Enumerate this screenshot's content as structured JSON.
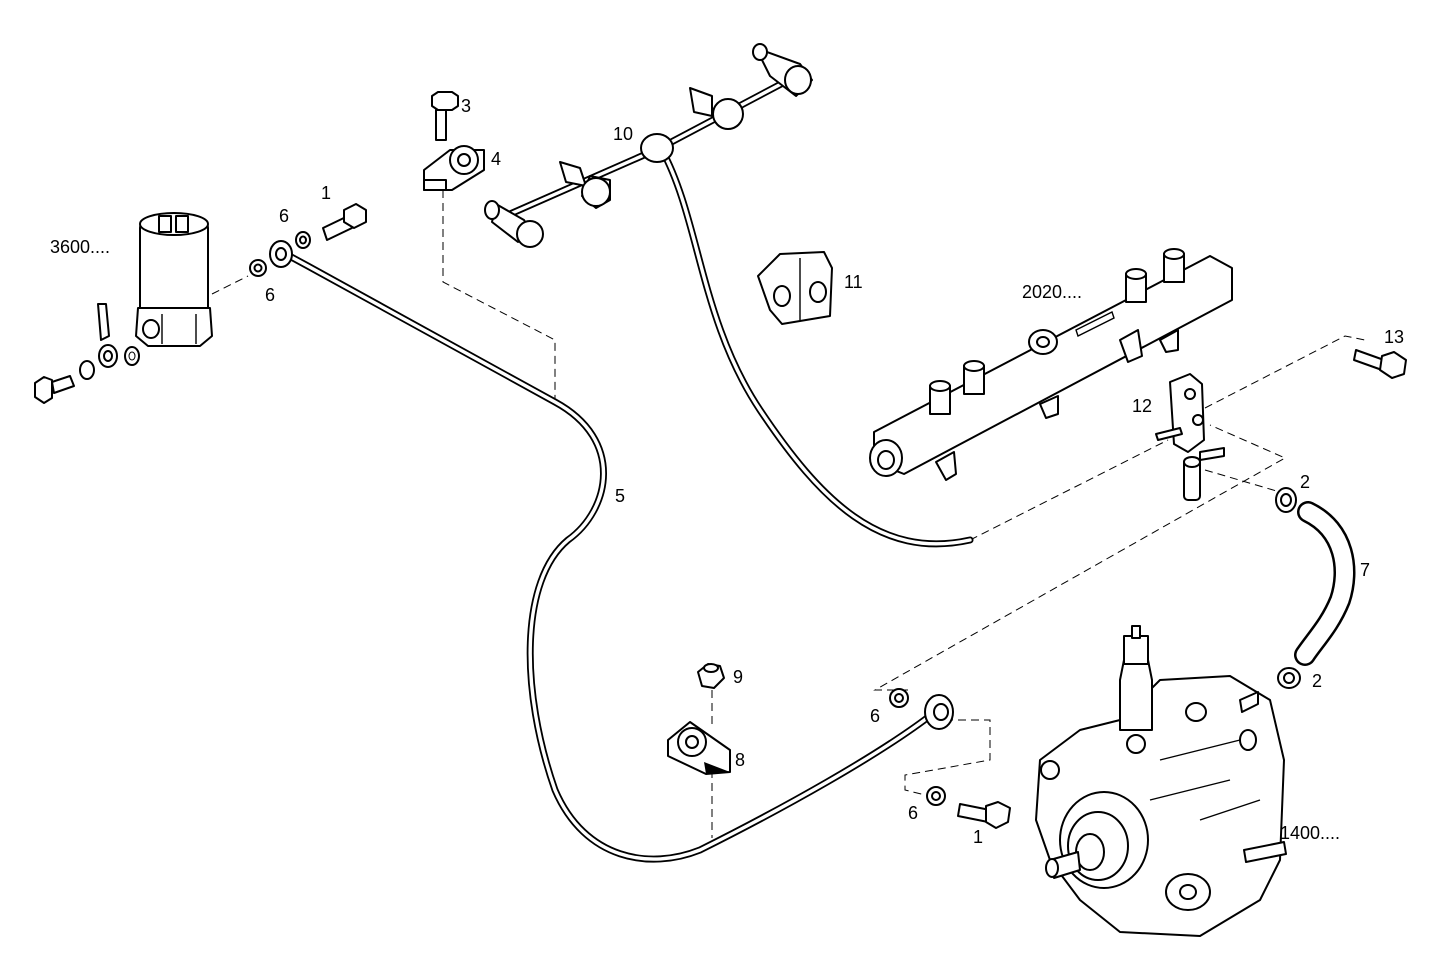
{
  "labels": {
    "filter_ref": "3600....",
    "rail_ref": "2020....",
    "pump_ref": "1400....",
    "n1_top": "1",
    "n1_bottom": "1",
    "n2_top": "2",
    "n2_bottom": "2",
    "n3": "3",
    "n4": "4",
    "n5": "5",
    "n6_top_left": "6",
    "n6_top_right": "6",
    "n6_mid": "6",
    "n6_bottom": "6",
    "n7": "7",
    "n8": "8",
    "n9": "9",
    "n10": "10",
    "n11": "11",
    "n12": "12",
    "n13": "13"
  },
  "colors": {
    "line": "#000000",
    "background": "#ffffff"
  }
}
